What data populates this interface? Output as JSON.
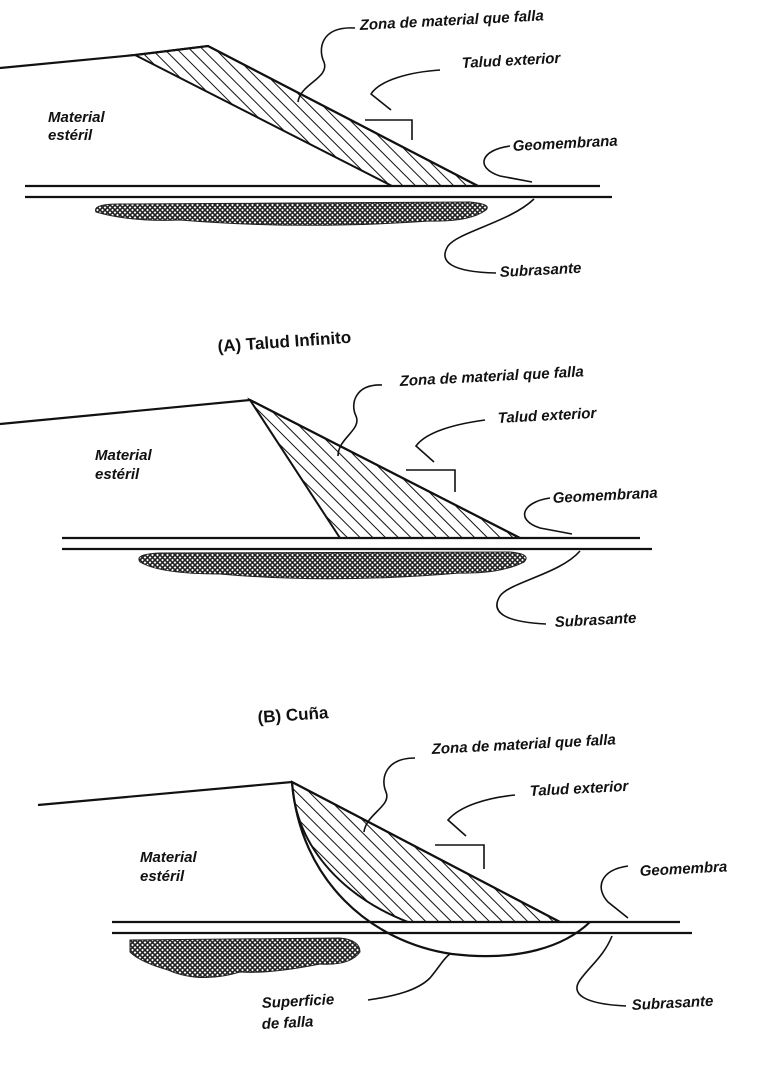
{
  "panels": [
    {
      "caption": "",
      "material_label_1": "Material",
      "material_label_2": "estéril",
      "failure_zone_label": "Zona de material que falla",
      "slope_label": "Talud exterior",
      "geomembrane_label": "Geomembrana",
      "subgrade_label": "Subrasante"
    },
    {
      "caption": "(A)   Talud Infinito",
      "material_label_1": "Material",
      "material_label_2": "estéril",
      "failure_zone_label": "Zona de material que falla",
      "slope_label": "Talud exterior",
      "geomembrane_label": "Geomembrana",
      "subgrade_label": "Subrasante"
    },
    {
      "caption": "(B)   Cuña",
      "material_label_1": "Material",
      "material_label_2": "estéril",
      "failure_zone_label": "Zona de material que falla",
      "slope_label": "Talud exterior",
      "geomembrane_label": "Geomembra",
      "subgrade_label": "Subrasante",
      "failure_surface_label_1": "Superficie",
      "failure_surface_label_2": "de falla"
    }
  ]
}
